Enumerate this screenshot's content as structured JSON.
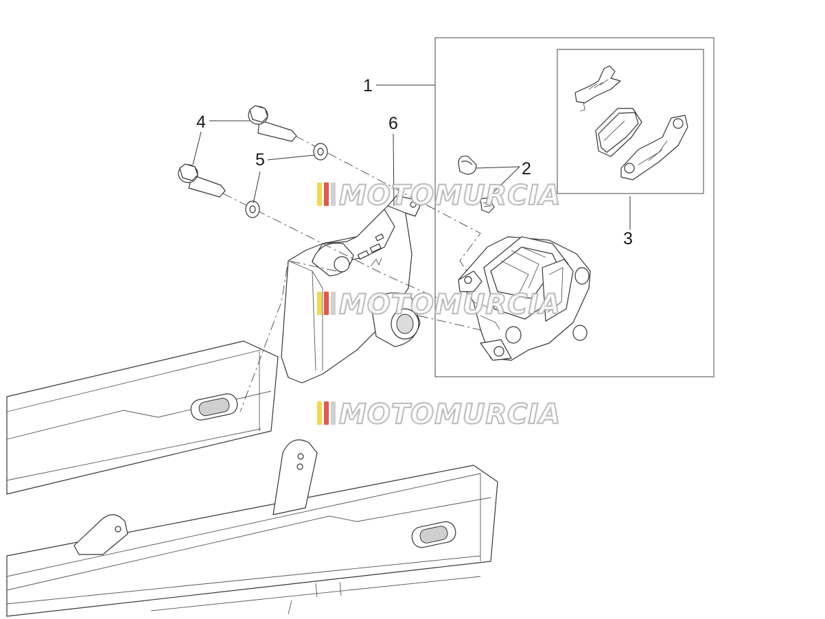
{
  "callouts": [
    {
      "id": "1",
      "label": "1"
    },
    {
      "id": "2",
      "label": "2"
    },
    {
      "id": "3",
      "label": "3"
    },
    {
      "id": "4",
      "label": "4"
    },
    {
      "id": "5",
      "label": "5"
    },
    {
      "id": "6",
      "label": "6"
    }
  ],
  "watermark": {
    "text": "MOTOMURCIA",
    "stripe_colors": [
      "#f2d233",
      "#e23a2a",
      "#c8c8c8"
    ]
  },
  "colors": {
    "line": "#333333",
    "shade": "#cfcfcf",
    "pad_dark": "#9a9a9a"
  }
}
